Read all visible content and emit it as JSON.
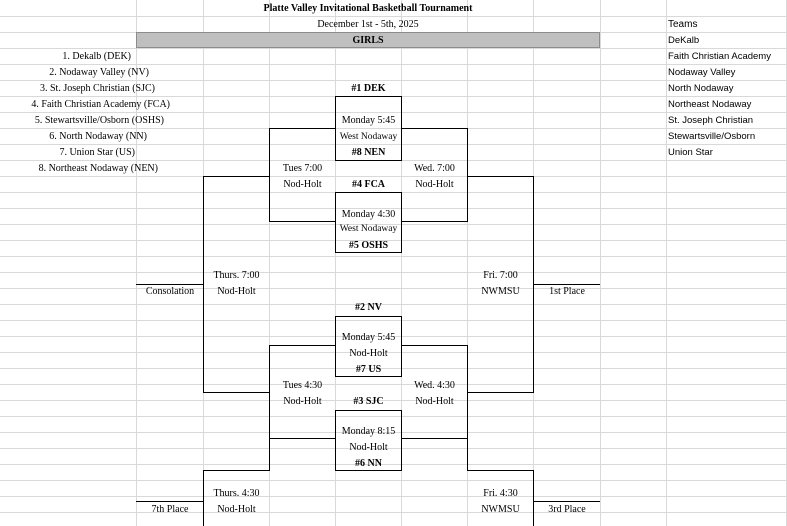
{
  "sheet": {
    "title": "Platte Valley Invitational Basketball Tournament",
    "dates": "December 1st - 5th, 2025",
    "division": "GIRLS"
  },
  "seeds": [
    "1. Dekalb (DEK)",
    "2. Nodaway Valley (NV)",
    "3. St. Joseph Christian (SJC)",
    "4. Faith Christian Academy (FCA)",
    "5. Stewartsville/Osborn (OSHS)",
    "6. North Nodaway (NN)",
    "7. Union Star (US)",
    "8. Northeast Nodaway (NEN)"
  ],
  "teams_list": {
    "header": "Teams",
    "items": [
      "DeKalb",
      "Faith Christian Academy",
      "Nodaway Valley",
      "North Nodaway",
      "Northeast Nodaway",
      "St. Joseph Christian",
      "Stewartsville/Osborn",
      "Union Star"
    ]
  },
  "bracket": {
    "g1": {
      "top": "#1 DEK",
      "time": "Monday 5:45",
      "site": "West Nodaway",
      "bottom": "#8 NEN"
    },
    "g2": {
      "top": "#4 FCA",
      "time": "Monday 4:30",
      "site": "West Nodaway",
      "bottom": "#5 OSHS"
    },
    "g3": {
      "top": "#2 NV",
      "time": "Monday 5:45",
      "site": "Nod-Holt",
      "bottom": "#7 US"
    },
    "g4": {
      "top": "#3 SJC",
      "time": "Monday 8:15",
      "site": "Nod-Holt",
      "bottom": "#6 NN"
    },
    "cons_semi_top": {
      "time": "Tues 7:00",
      "site": "Nod-Holt"
    },
    "win_semi_top": {
      "time": "Wed. 7:00",
      "site": "Nod-Holt"
    },
    "cons_semi_bottom": {
      "time": "Tues 4:30",
      "site": "Nod-Holt"
    },
    "win_semi_bottom": {
      "time": "Wed. 4:30",
      "site": "Nod-Holt"
    },
    "consolation": {
      "time": "Thurs. 7:00",
      "site": "Nod-Holt",
      "label": "Consolation"
    },
    "championship": {
      "time": "Fri. 7:00",
      "site": "NWMSU",
      "label": "1st Place"
    },
    "seventh": {
      "time": "Thurs. 4:30",
      "site": "Nod-Holt",
      "label": "7th Place"
    },
    "third": {
      "time": "Fri. 4:30",
      "site": "NWMSU",
      "label": "3rd Place"
    }
  }
}
